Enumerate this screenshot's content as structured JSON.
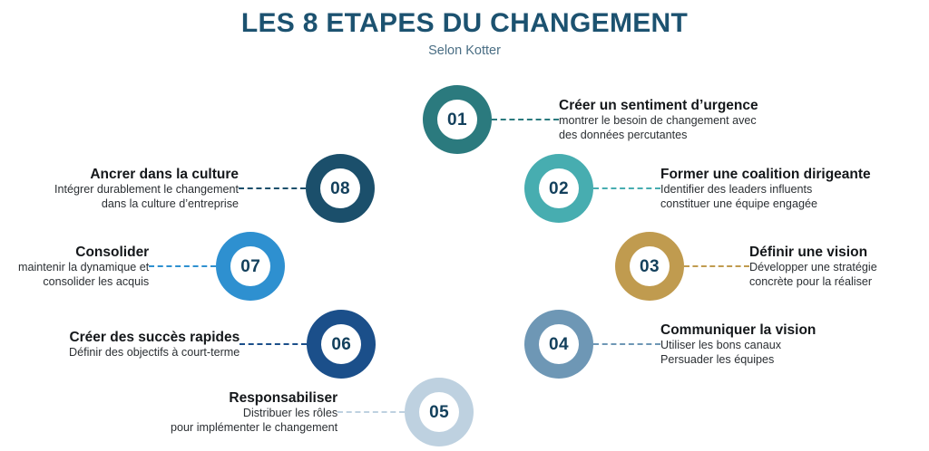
{
  "header": {
    "title": "LES 8 ETAPES DU CHANGEMENT",
    "subtitle": "Selon Kotter",
    "title_color": "#1C5270",
    "subtitle_color": "#4A6E84"
  },
  "steps": [
    {
      "number": "01",
      "title": "Créer un sentiment d’urgence",
      "desc_line1": "montrer le besoin de changement avec",
      "desc_line2": "des données percutantes",
      "color": "#2B7A7E",
      "side": "right"
    },
    {
      "number": "02",
      "title": "Former une coalition dirigeante",
      "desc_line1": "Identifier des leaders influents",
      "desc_line2": "constituer une équipe engagée",
      "color": "#47ADB0",
      "side": "right"
    },
    {
      "number": "03",
      "title": "Définir une vision",
      "desc_line1": "Développer une stratégie",
      "desc_line2": "concrète pour la réaliser",
      "color": "#C09B4F",
      "side": "right"
    },
    {
      "number": "04",
      "title": "Communiquer la vision",
      "desc_line1": "Utiliser les bons canaux",
      "desc_line2": "Persuader les équipes",
      "color": "#6E97B5",
      "side": "right"
    },
    {
      "number": "05",
      "title": "Responsabiliser",
      "desc_line1": "Distribuer les rôles",
      "desc_line2": "pour implémenter le changement",
      "color": "#BED1E0",
      "side": "left"
    },
    {
      "number": "06",
      "title": "Créer des succès rapides",
      "desc_line1": "Définir des objectifs à court-terme",
      "desc_line2": "",
      "color": "#1B4F8A",
      "side": "left"
    },
    {
      "number": "07",
      "title": "Consolider",
      "desc_line1": "maintenir la dynamique et",
      "desc_line2": "consolider les acquis",
      "color": "#2E90D0",
      "side": "left"
    },
    {
      "number": "08",
      "title": "Ancrer dans la culture",
      "desc_line1": "Intégrer durablement le changement",
      "desc_line2": "dans la culture d’entreprise",
      "color": "#1B4F6B",
      "side": "left"
    }
  ]
}
